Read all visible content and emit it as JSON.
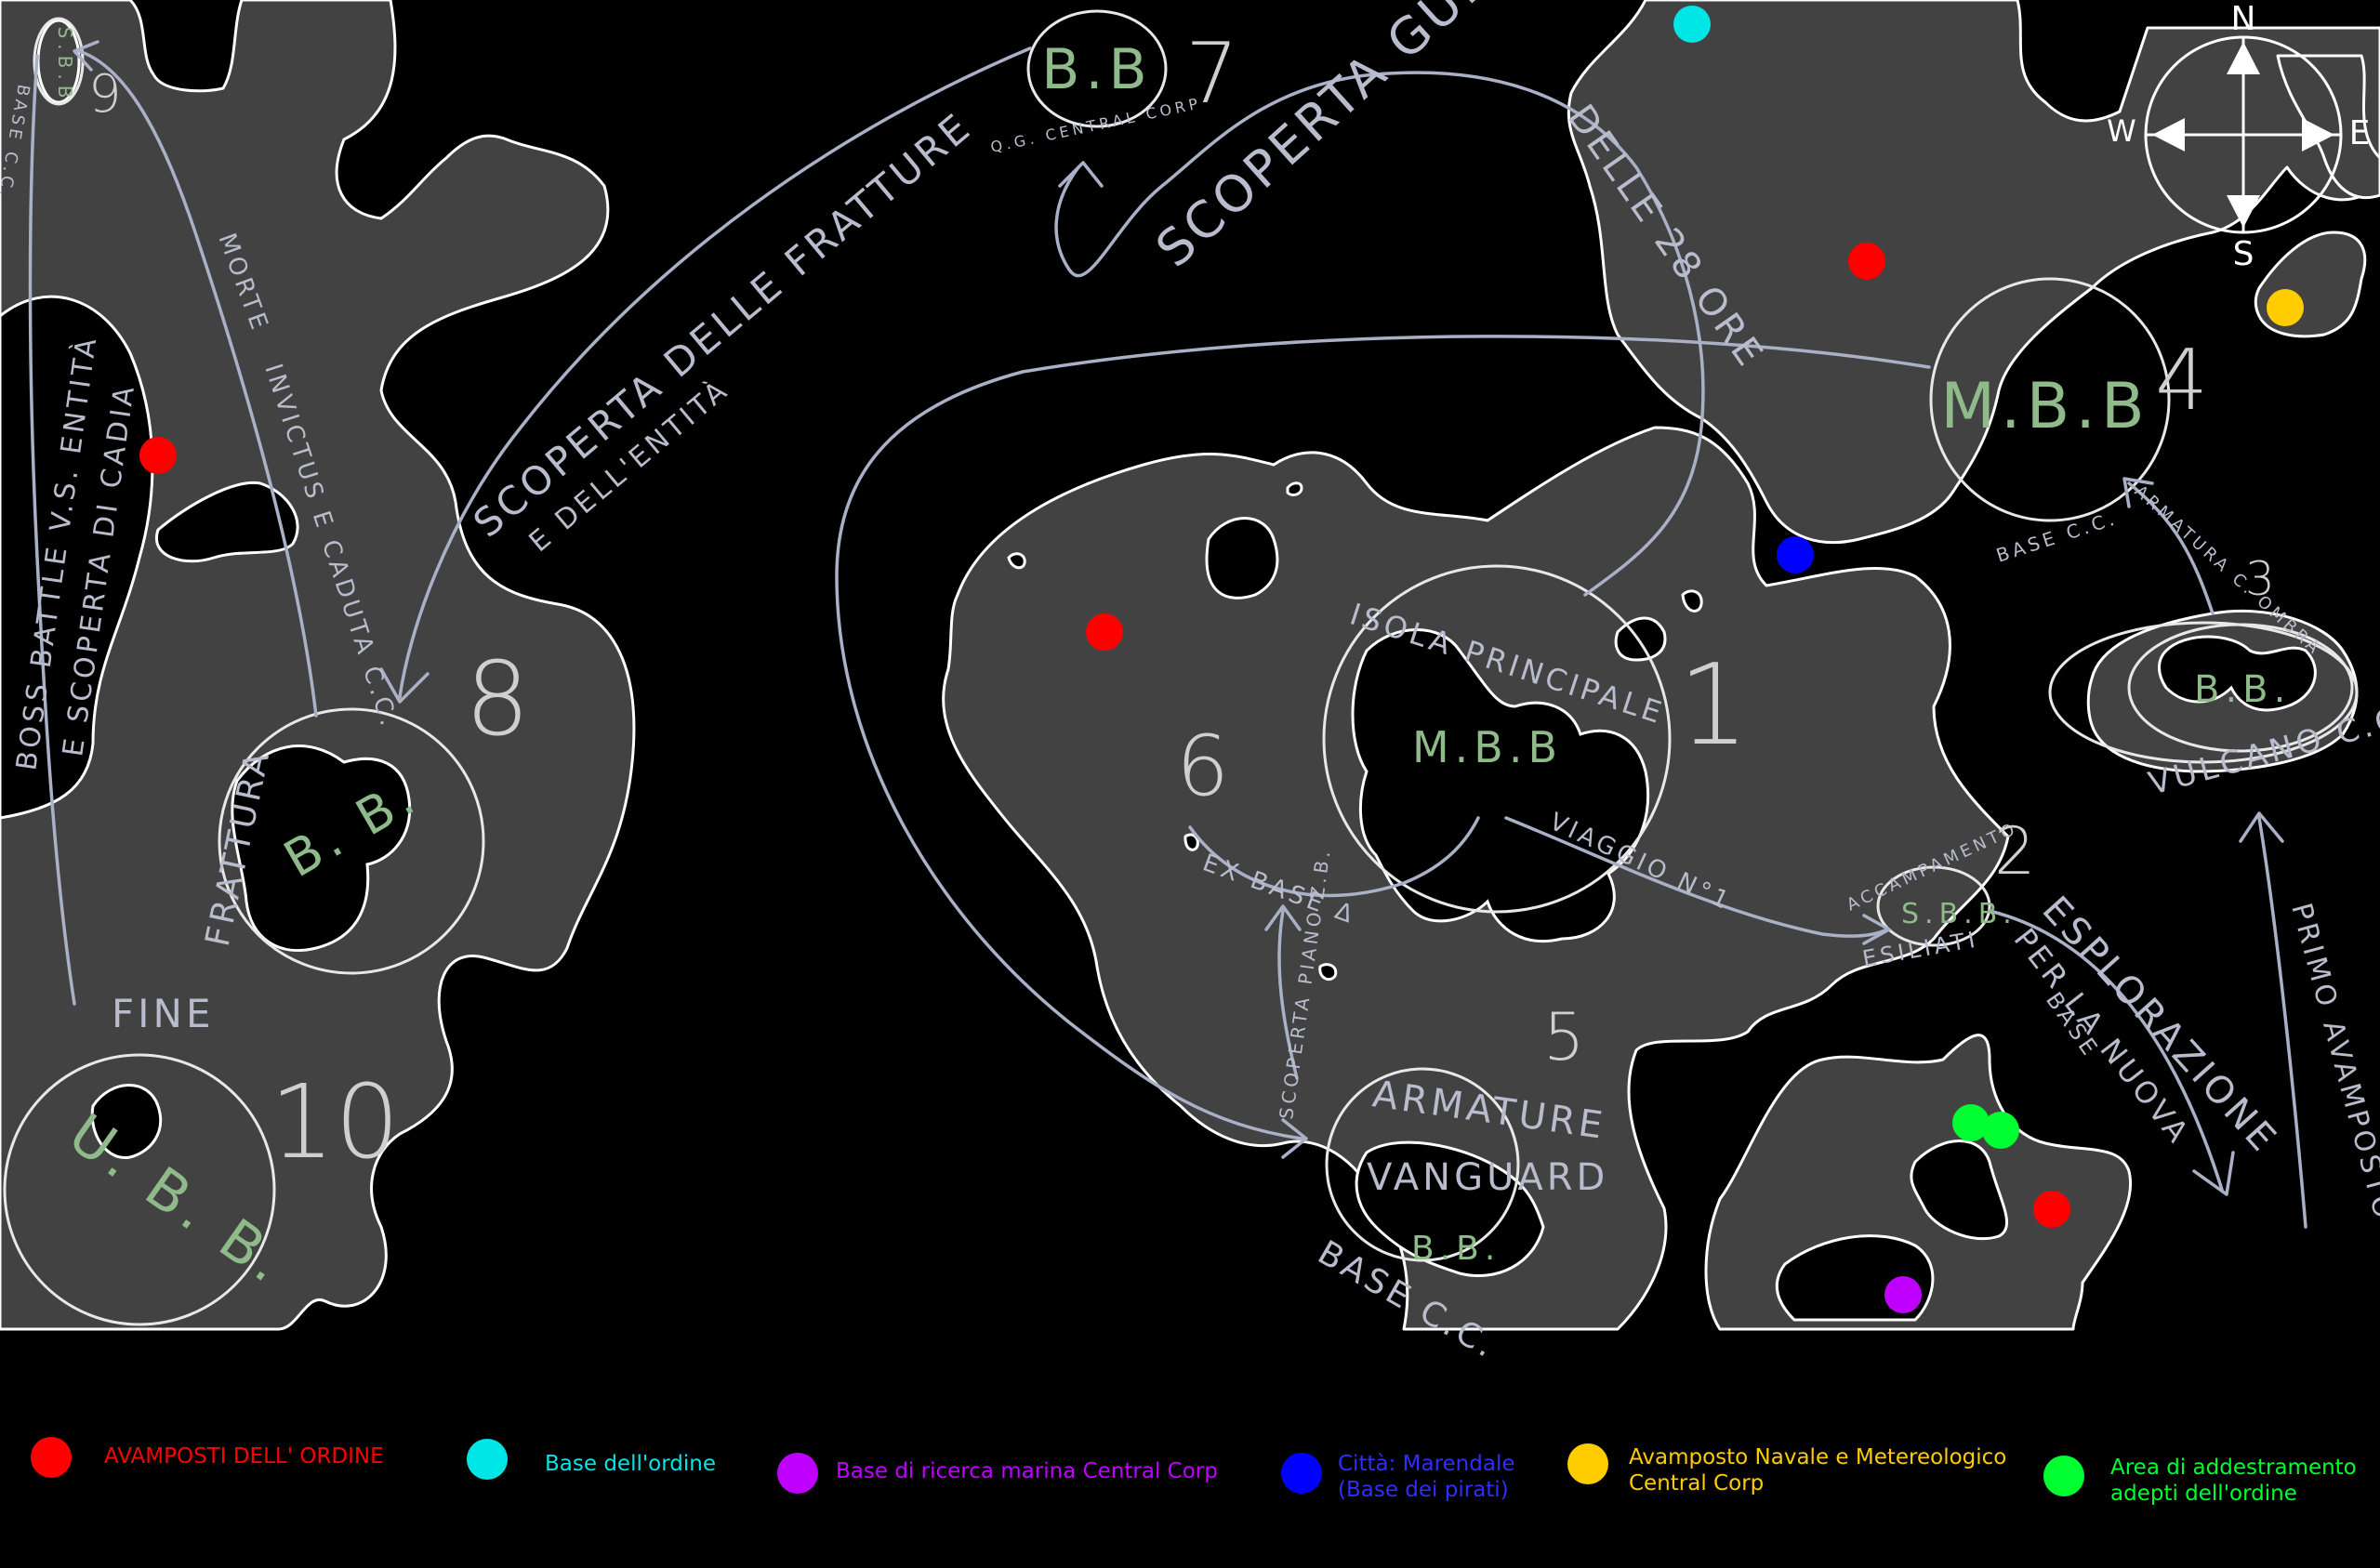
{
  "colors": {
    "background": "#000000",
    "land": "#424242",
    "coast": "#ffffff",
    "route": "#aab0c6",
    "handwriting": "#b8bccc",
    "base_label": "#8fba8a",
    "order_outpost": "#ff0000",
    "order_base": "#00e5e5",
    "research_base": "#c000ff",
    "city": "#0000ff",
    "naval_outpost": "#ffcc00",
    "training_area": "#00ff30"
  },
  "compass": {
    "icon": "compass-rose-icon",
    "north": "N",
    "east": "E",
    "south": "S",
    "west": "W"
  },
  "labels": {
    "sbb_top": "S.B.B",
    "base_cc_top": "BASE C.C.",
    "step_9": "9",
    "boss_battle": "BOSS BATTLE V.S. ENTITÀ",
    "scoperta_cadia": "E SCOPERTA DI CADIA",
    "morte": "MORTE",
    "invictus": "INVICTUS E CADUTA C.C.",
    "scoperta_fratture": "SCOPERTA DELLE FRATTURE",
    "dell_entita": "E DELL'ENTITÀ",
    "step_8": "8",
    "frattura": "FRATTURA",
    "bb_left": "B. B.",
    "fine": "FINE",
    "ubb": "U. B. B.",
    "step_10": "10",
    "bb_top": "B.B",
    "qg": "Q.G. CENTRAL CORP",
    "step_7": "7",
    "scoperta_guerra": "SCOPERTA GUERRA",
    "delle_28_ore": "DELLE 28 ORE",
    "isola_principale": "ISOLA PRINCIPALE",
    "step_6": "6",
    "mbb_center": "M.B.B",
    "ex_base": "EX BASE Δ",
    "viaggio": "VIAGGIO N°1",
    "step_1": "1",
    "scoperta_piano": "SCOPERTA PIANO Z.B.",
    "armature": "ARMATURE",
    "vanguard": "VANGUARD",
    "bb_south": "B.B.",
    "base_cc_south": "BASE C.C.",
    "step_5": "5",
    "mbb_right": "M.B.B",
    "step_4": "4",
    "base_cc_right": "BASE C.C.",
    "armatura_ombra": "ARMATURA C. OMBRA",
    "step_3": "3",
    "bb_volcano": "B.B.",
    "vulcano": "VULCANO C.C.",
    "accampamento": "ACCAMPAMENTO",
    "step_2": "2",
    "sbb_camp": "S.B.B.",
    "esiliati": "ESILIATI",
    "esplorazione": "ESPLORAZIONE",
    "per_la_nuova": "PER LA NUOVA",
    "base_word": "BASE",
    "primo_avamposto": "PRIMO AVAMPOSTO C.C."
  },
  "legend": [
    {
      "label": "AVAMPOSTI DELL' ORDINE",
      "label2": "",
      "color": "#ff0000",
      "text_color": "#ff0000"
    },
    {
      "label": "Base dell'ordine",
      "label2": "",
      "color": "#00e5e5",
      "text_color": "#00e5e5"
    },
    {
      "label": "Base di ricerca marina Central Corp",
      "label2": "",
      "color": "#c000ff",
      "text_color": "#c000ff"
    },
    {
      "label": "Città: Marendale",
      "label2": "(Base dei pirati)",
      "color": "#0000ff",
      "text_color": "#2e2eff"
    },
    {
      "label": "Avamposto Navale e Metereologico",
      "label2": "Central Corp",
      "color": "#ffcc00",
      "text_color": "#ffcc00"
    },
    {
      "label": "Area di addestramento",
      "label2": "adepti dell'ordine",
      "color": "#00ff30",
      "text_color": "#00ff30"
    }
  ]
}
